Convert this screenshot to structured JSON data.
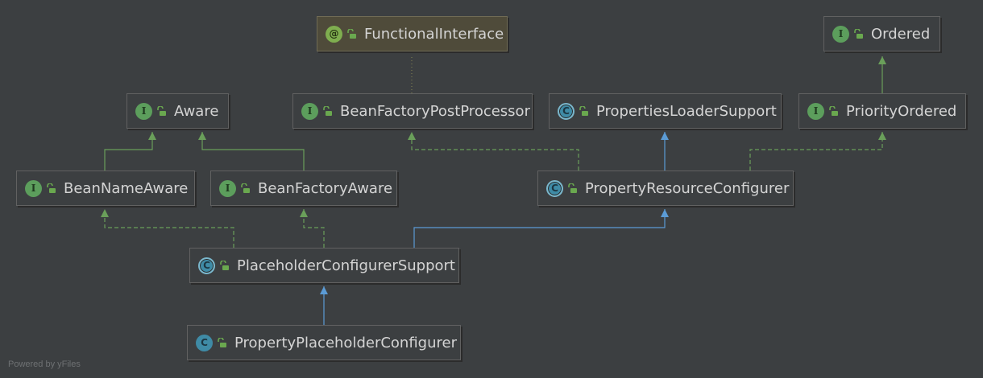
{
  "diagram": {
    "nodes": [
      {
        "id": "functional_interface",
        "label": "FunctionalInterface",
        "kind": "@",
        "kind_style": "at",
        "icon": "annotation-icon"
      },
      {
        "id": "ordered",
        "label": "Ordered",
        "kind": "I",
        "kind_style": "i",
        "icon": "interface-icon"
      },
      {
        "id": "aware",
        "label": "Aware",
        "kind": "I",
        "kind_style": "i",
        "icon": "interface-icon"
      },
      {
        "id": "bean_factory_post_processor",
        "label": "BeanFactoryPostProcessor",
        "kind": "I",
        "kind_style": "i",
        "icon": "interface-icon"
      },
      {
        "id": "properties_loader_support",
        "label": "PropertiesLoaderSupport",
        "kind": "C",
        "kind_style": "ca",
        "icon": "abstract-class-icon"
      },
      {
        "id": "priority_ordered",
        "label": "PriorityOrdered",
        "kind": "I",
        "kind_style": "i",
        "icon": "interface-icon"
      },
      {
        "id": "bean_name_aware",
        "label": "BeanNameAware",
        "kind": "I",
        "kind_style": "i",
        "icon": "interface-icon"
      },
      {
        "id": "bean_factory_aware",
        "label": "BeanFactoryAware",
        "kind": "I",
        "kind_style": "i",
        "icon": "interface-icon"
      },
      {
        "id": "property_resource_configurer",
        "label": "PropertyResourceConfigurer",
        "kind": "C",
        "kind_style": "ca",
        "icon": "abstract-class-icon"
      },
      {
        "id": "placeholder_configurer_support",
        "label": "PlaceholderConfigurerSupport",
        "kind": "C",
        "kind_style": "ca",
        "icon": "abstract-class-icon"
      },
      {
        "id": "property_placeholder_configurer",
        "label": "PropertyPlaceholderConfigurer",
        "kind": "C",
        "kind_style": "c",
        "icon": "class-icon"
      }
    ],
    "edges": [
      {
        "from": "priority_ordered",
        "to": "ordered",
        "type": "extends-interface"
      },
      {
        "from": "bean_name_aware",
        "to": "aware",
        "type": "extends-interface"
      },
      {
        "from": "bean_factory_aware",
        "to": "aware",
        "type": "extends-interface"
      },
      {
        "from": "bean_factory_post_processor",
        "to": "functional_interface",
        "type": "annotated-by"
      },
      {
        "from": "property_resource_configurer",
        "to": "bean_factory_post_processor",
        "type": "implements"
      },
      {
        "from": "property_resource_configurer",
        "to": "properties_loader_support",
        "type": "extends-class"
      },
      {
        "from": "property_resource_configurer",
        "to": "priority_ordered",
        "type": "implements"
      },
      {
        "from": "placeholder_configurer_support",
        "to": "bean_name_aware",
        "type": "implements"
      },
      {
        "from": "placeholder_configurer_support",
        "to": "bean_factory_aware",
        "type": "implements"
      },
      {
        "from": "placeholder_configurer_support",
        "to": "property_resource_configurer",
        "type": "extends-class"
      },
      {
        "from": "property_placeholder_configurer",
        "to": "placeholder_configurer_support",
        "type": "extends-class"
      }
    ],
    "colors": {
      "interface_edge": "#6a9f5a",
      "class_edge": "#5b9bd5",
      "annotation_edge": "#7a7a50"
    }
  },
  "footer": {
    "text": "Powered by yFiles"
  }
}
